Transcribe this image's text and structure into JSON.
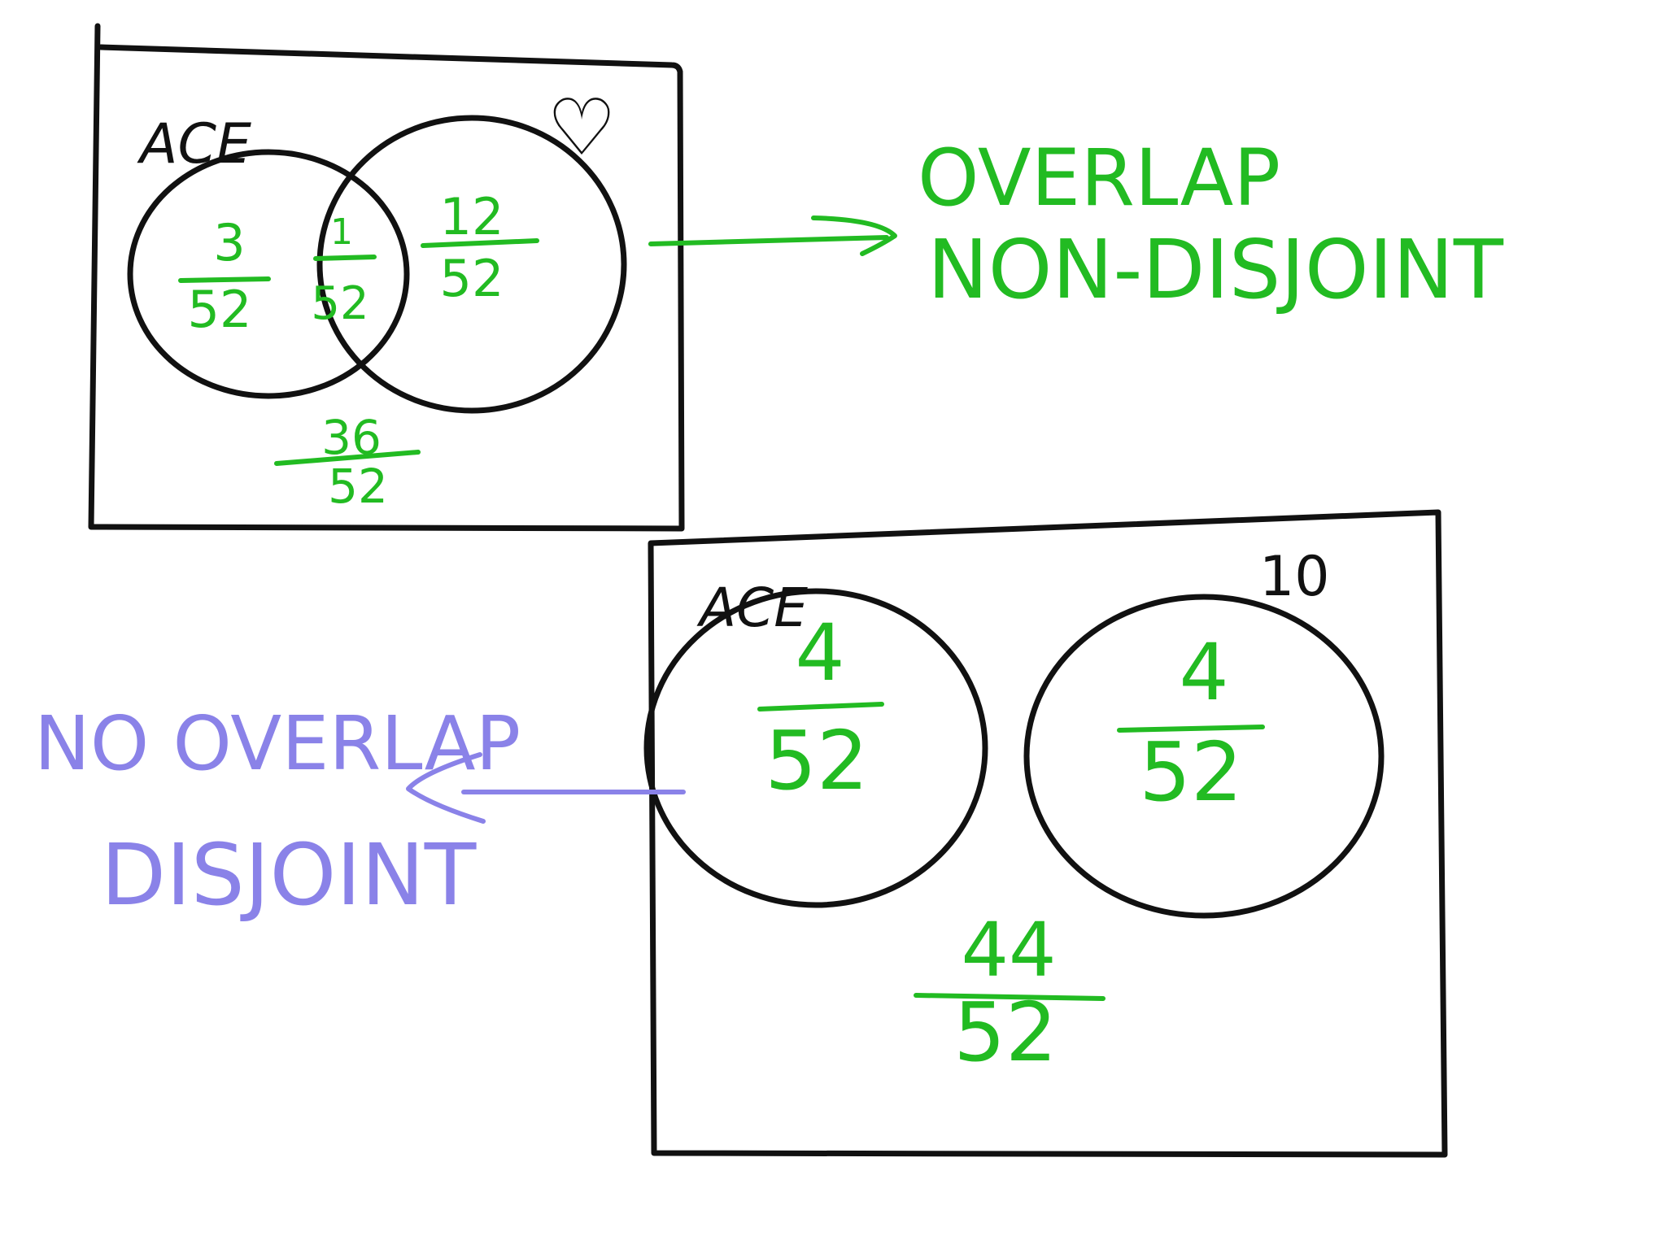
{
  "colors": {
    "ink": "#111111",
    "green": "#22bb22",
    "blue": "#8a82e8",
    "background": "#ffffff"
  },
  "top_diagram": {
    "set_a_label": "ACE",
    "set_b_symbol": "♡",
    "only_a": {
      "numerator": "3",
      "denominator": "52"
    },
    "both": {
      "numerator": "1",
      "denominator": "52"
    },
    "only_b": {
      "numerator": "12",
      "denominator": "52"
    },
    "outside": {
      "numerator": "36",
      "denominator": "52"
    },
    "note_line1": "OVERLAP",
    "note_line2": "NON-DISJOINT"
  },
  "bottom_diagram": {
    "set_a_label": "ACE",
    "set_b_label": "10",
    "only_a": {
      "numerator": "4",
      "denominator": "52"
    },
    "only_b": {
      "numerator": "4",
      "denominator": "52"
    },
    "outside": {
      "numerator": "44",
      "denominator": "52"
    },
    "note_line1": "NO OVERLAP",
    "note_line2": "DISJOINT"
  }
}
